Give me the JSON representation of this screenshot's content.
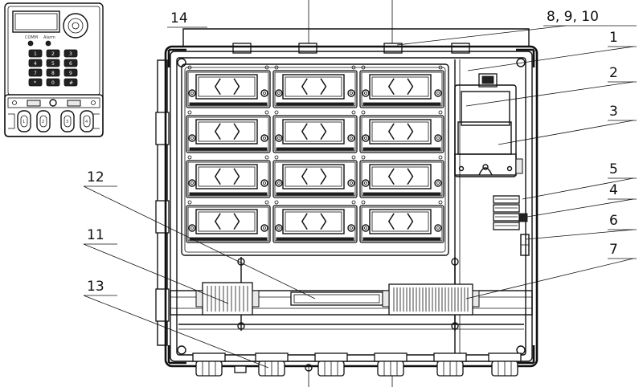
{
  "callouts": {
    "c_8_9_10": "8, 9, 10",
    "c_1": "1",
    "c_2": "2",
    "c_3": "3",
    "c_4": "4",
    "c_5": "5",
    "c_6": "6",
    "c_7": "7",
    "c_11": "11",
    "c_12": "12",
    "c_13": "13",
    "c_14": "14"
  },
  "meter": {
    "led_comm": "COMM",
    "led_alarm": "Alarm",
    "keys": [
      "1",
      "2",
      "3",
      "4",
      "5",
      "6",
      "7",
      "8",
      "9",
      "*",
      "0",
      "#"
    ],
    "buttons": [
      "1",
      "2",
      "3",
      "4"
    ]
  },
  "module": {
    "chevrons": "〈 〉",
    "rows": 4,
    "cols": 3
  }
}
